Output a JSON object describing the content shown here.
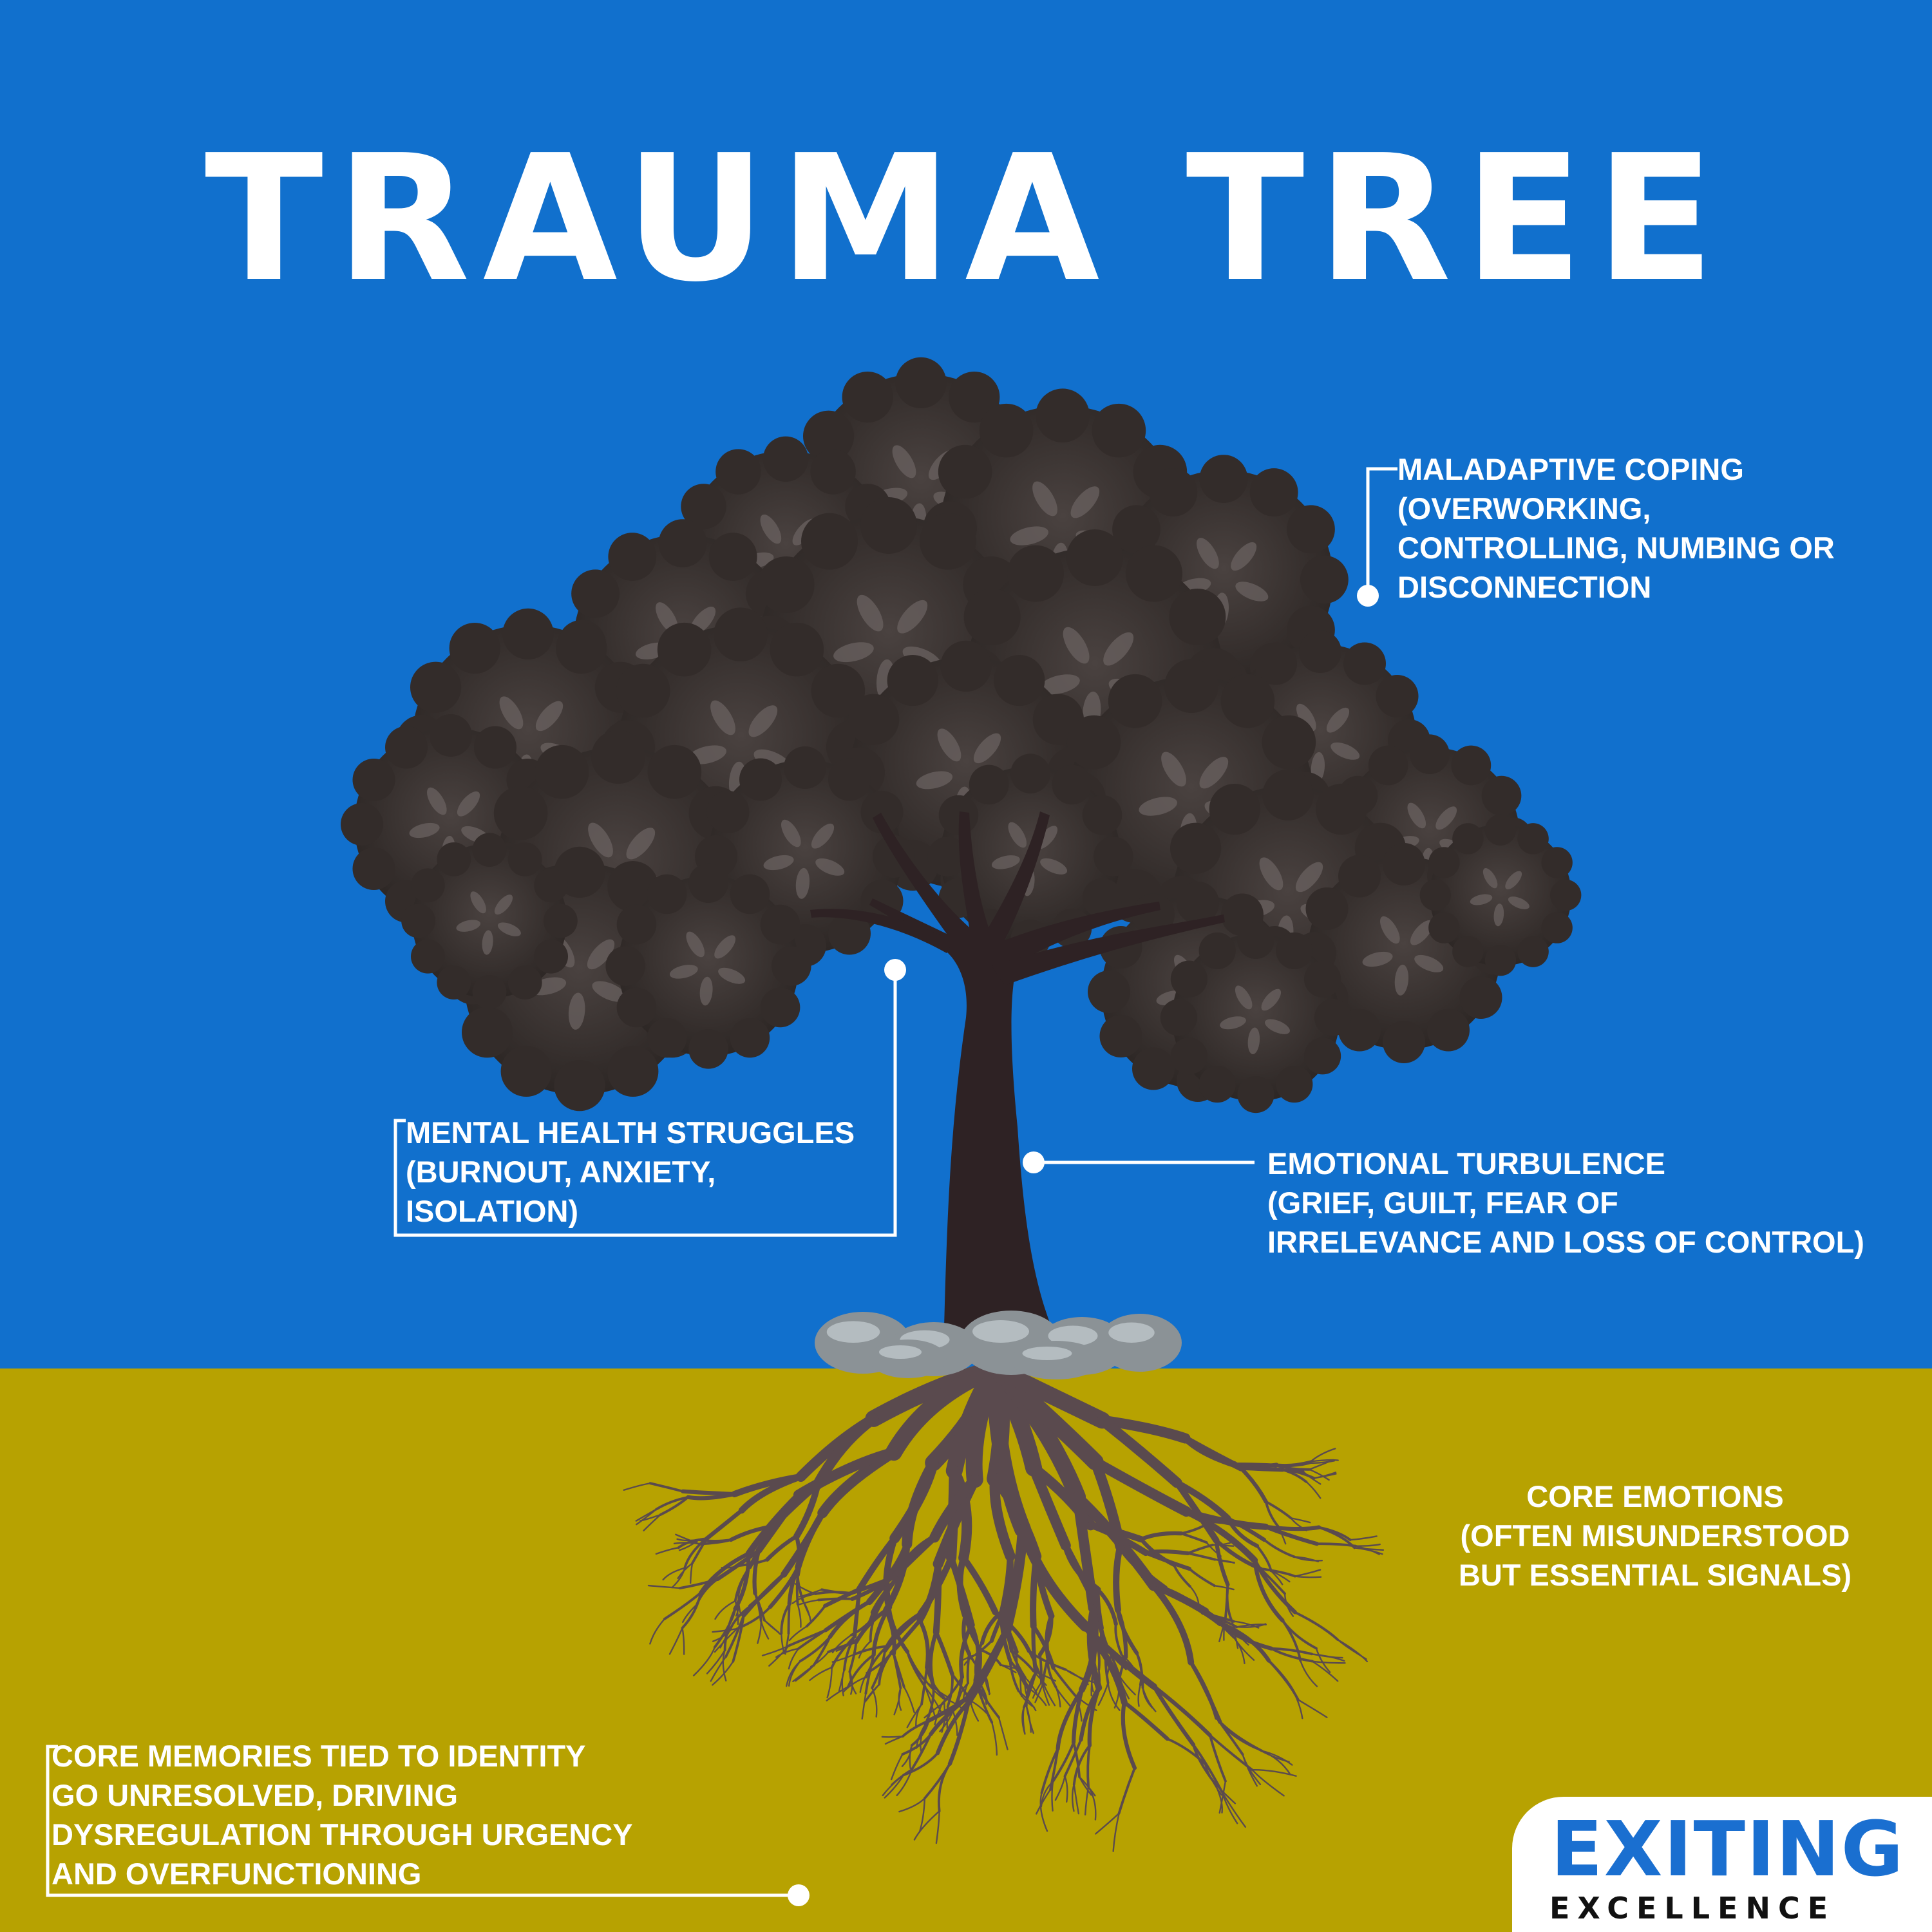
{
  "title": "TRAUMA TREE",
  "colors": {
    "sky": "#1170cd",
    "soil": "#b7a201",
    "foliage": "#3a3330",
    "trunk": "#2e2224",
    "roots": "#5a4a4e",
    "text": "#ffffff",
    "logo_blue": "#1a6fd0"
  },
  "labels": {
    "maladaptive": [
      "MALADAPTIVE COPING",
      "(OVERWORKING,",
      "CONTROLLING, NUMBING OR",
      "DISCONNECTION"
    ],
    "mental_health": [
      "MENTAL HEALTH STRUGGLES",
      "(BURNOUT, ANXIETY,",
      "ISOLATION)"
    ],
    "emotional": [
      "EMOTIONAL TURBULENCE",
      "(GRIEF, GUILT, FEAR OF",
      "IRRELEVANCE AND LOSS OF CONTROL)"
    ],
    "core_emotions": [
      "CORE EMOTIONS",
      "(OFTEN MISUNDERSTOOD",
      "BUT ESSENTIAL SIGNALS)"
    ],
    "core_memories": [
      "CORE MEMORIES TIED TO IDENTITY",
      "GO UNRESOLVED, DRIVING",
      "DYSREGULATION THROUGH URGENCY",
      "AND OVERFUNCTIONING"
    ]
  },
  "logo": {
    "top": "EXITING",
    "bottom": "EXCELLENCE"
  }
}
